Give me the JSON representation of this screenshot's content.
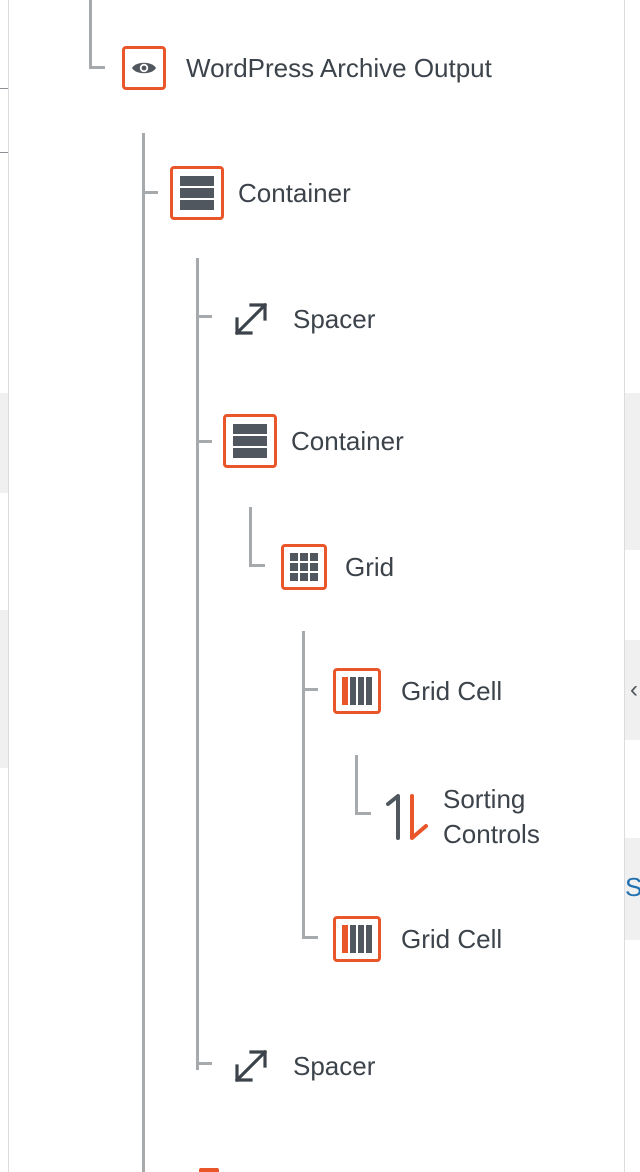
{
  "tree": {
    "archive_output": {
      "label": "WordPress Archive Output",
      "icon": "eye-icon"
    },
    "container_outer": {
      "label": "Container",
      "icon": "container-rows-icon"
    },
    "spacer_top": {
      "label": "Spacer",
      "icon": "resize-arrow-icon"
    },
    "container_inner": {
      "label": "Container",
      "icon": "container-rows-icon"
    },
    "grid": {
      "label": "Grid",
      "icon": "grid-icon"
    },
    "grid_cell_1": {
      "label": "Grid Cell",
      "icon": "grid-cell-icon"
    },
    "sorting_controls": {
      "label": "Sorting Controls",
      "icon": "sort-arrows-icon"
    },
    "grid_cell_2": {
      "label": "Grid Cell",
      "icon": "grid-cell-icon"
    },
    "spacer_bottom": {
      "label": "Spacer",
      "icon": "resize-arrow-icon"
    }
  },
  "background": {
    "link_peek": "S",
    "chevron_peek": "‹"
  },
  "colors": {
    "accent": "#e8562a",
    "icon_gray": "#50575e",
    "text": "#3c434a",
    "connector": "#a7aaad",
    "link": "#2271b1"
  }
}
